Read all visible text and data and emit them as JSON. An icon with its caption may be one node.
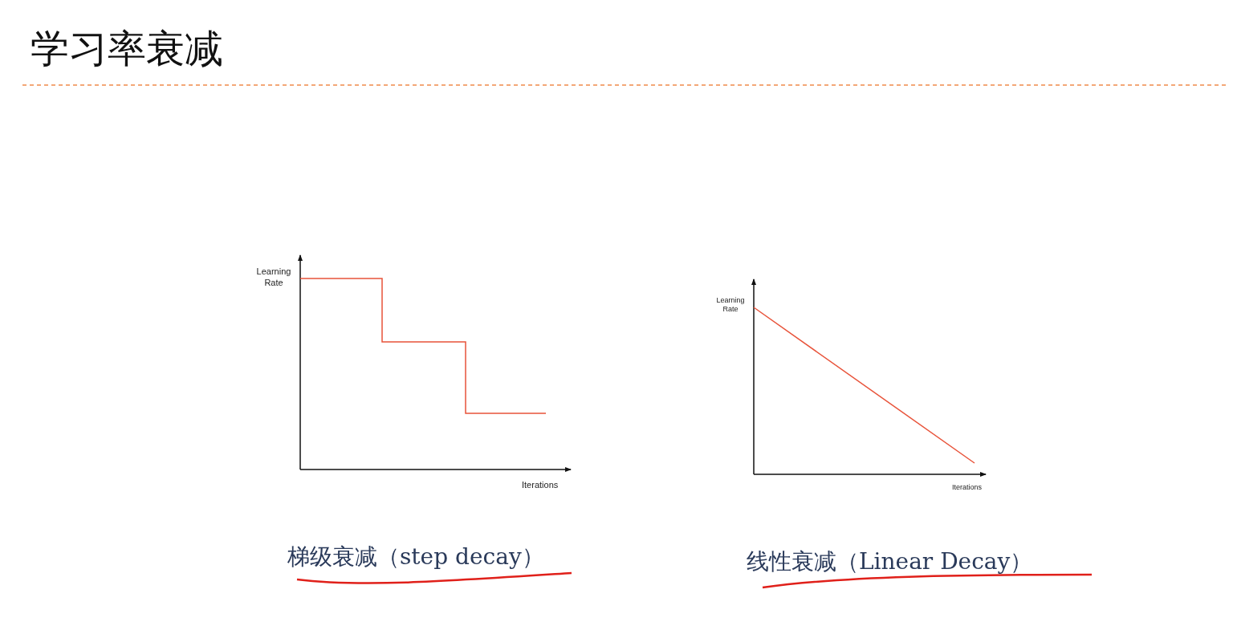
{
  "diagram": {
    "title": "学习率衰减",
    "labels": [
      "Learning Rate",
      "Iterations",
      "梯级衰减（step decay）",
      "Learning Rate",
      "Iterations",
      "线性衰减（Linear Decay）"
    ]
  }
}
